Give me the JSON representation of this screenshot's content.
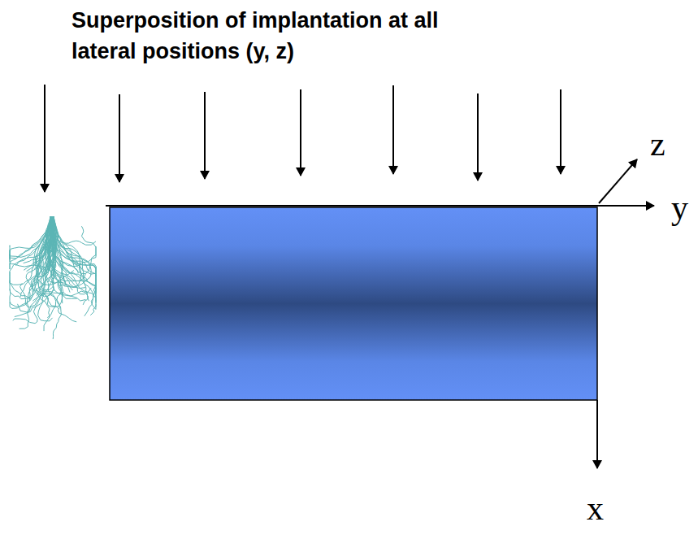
{
  "diagram": {
    "title": "Superposition of implantation at all lateral positions (y, z)",
    "labels": [
      "z",
      "y",
      "x"
    ]
  }
}
